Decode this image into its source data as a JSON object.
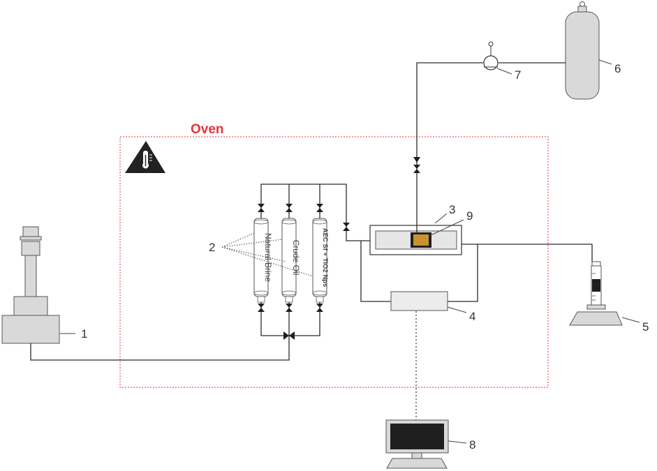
{
  "oven": {
    "label": "Oven",
    "color": "#e8343a"
  },
  "columns": [
    {
      "label": "Natural Brine"
    },
    {
      "label": "Crude Oil"
    },
    {
      "label": "AEC Sf + TiO2 Nps"
    }
  ],
  "callouts": {
    "pump": "1",
    "columns": "2",
    "core_holder": "3",
    "pressure_transducer": "4",
    "collector": "5",
    "gas_cylinder": "6",
    "regulator": "7",
    "computer": "8",
    "core": "9"
  },
  "colors": {
    "pipe": "#2b2b2b",
    "part_fill": "#d9d9d9",
    "part_stroke": "#555555",
    "core": "#c8932f",
    "oven_border": "#e8343a"
  },
  "icons": {
    "oven_marker": "thermometer-warning-icon",
    "valve": "valve-icon"
  }
}
